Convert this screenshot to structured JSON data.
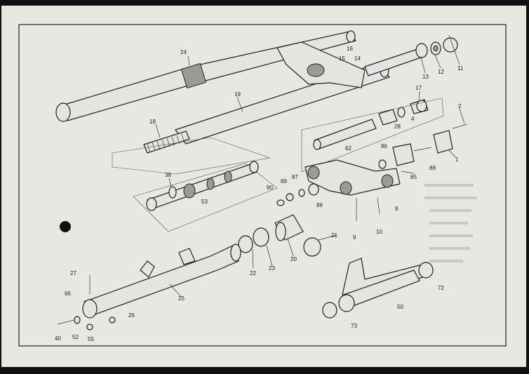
{
  "diagram": {
    "labels": [
      {
        "id": "1",
        "text": "1"
      },
      {
        "id": "2",
        "text": "2"
      },
      {
        "id": "4",
        "text": "4"
      },
      {
        "id": "8",
        "text": "8"
      },
      {
        "id": "9",
        "text": "9"
      },
      {
        "id": "10",
        "text": "10"
      },
      {
        "id": "11",
        "text": "11"
      },
      {
        "id": "12",
        "text": "12"
      },
      {
        "id": "13",
        "text": "13"
      },
      {
        "id": "14",
        "text": "14"
      },
      {
        "id": "15",
        "text": "15"
      },
      {
        "id": "16",
        "text": "16"
      },
      {
        "id": "17",
        "text": "17"
      },
      {
        "id": "18",
        "text": "18"
      },
      {
        "id": "19",
        "text": "19"
      },
      {
        "id": "20",
        "text": "20"
      },
      {
        "id": "21",
        "text": "21"
      },
      {
        "id": "22",
        "text": "22"
      },
      {
        "id": "23",
        "text": "23"
      },
      {
        "id": "24",
        "text": "24"
      },
      {
        "id": "25",
        "text": "25"
      },
      {
        "id": "26",
        "text": "26"
      },
      {
        "id": "27",
        "text": "27"
      },
      {
        "id": "28",
        "text": "28"
      },
      {
        "id": "38",
        "text": "38"
      },
      {
        "id": "40",
        "text": "40"
      },
      {
        "id": "50",
        "text": "50"
      },
      {
        "id": "52",
        "text": "52"
      },
      {
        "id": "53",
        "text": "53"
      },
      {
        "id": "55",
        "text": "55"
      },
      {
        "id": "62",
        "text": "62"
      },
      {
        "id": "66",
        "text": "66"
      },
      {
        "id": "72",
        "text": "72"
      },
      {
        "id": "73",
        "text": "73"
      },
      {
        "id": "85",
        "text": "85"
      },
      {
        "id": "86a",
        "text": "86"
      },
      {
        "id": "86b",
        "text": "86"
      },
      {
        "id": "87",
        "text": "87"
      },
      {
        "id": "88",
        "text": "88"
      },
      {
        "id": "89",
        "text": "89"
      },
      {
        "id": "90",
        "text": "90"
      }
    ]
  }
}
